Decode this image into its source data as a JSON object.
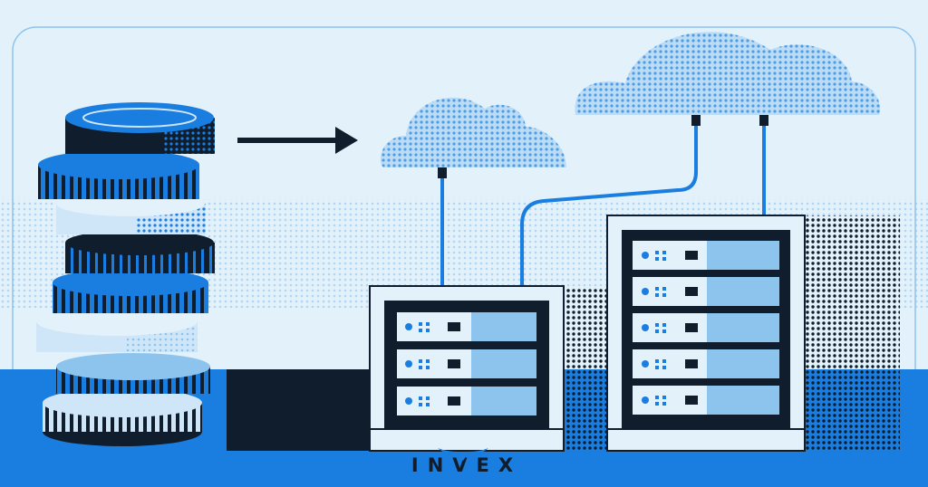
{
  "logo": {
    "text": "INVEX"
  },
  "colors": {
    "background": "#e3f1fb",
    "primary_blue": "#1a7de0",
    "light_blue": "#8cc4ee",
    "pale_blue": "#cfe6f8",
    "navy": "#0f1d2c"
  },
  "illustration": {
    "coin_stack_count": 8,
    "cloud_count": 2,
    "server_cabinets": [
      {
        "units": 3
      },
      {
        "units": 5
      }
    ]
  }
}
